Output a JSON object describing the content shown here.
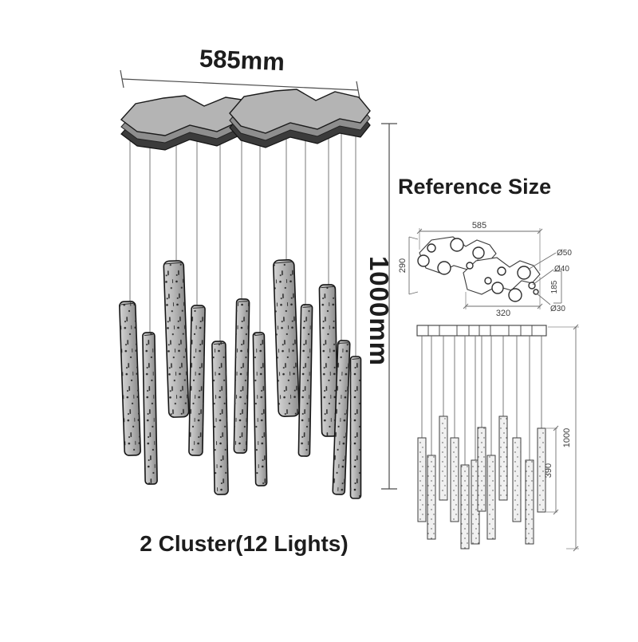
{
  "main_view": {
    "width_dimension": "585mm",
    "drop_dimension": "1000mm",
    "caption": "2 Cluster(12 Lights)"
  },
  "reference": {
    "heading": "Reference Size",
    "top_view": {
      "overall_width": "585",
      "overall_depth": "290",
      "cluster_width": "320",
      "cluster_depth": "185",
      "hole_diameters": [
        "Ø50",
        "Ø40",
        "Ø30"
      ]
    },
    "front_view": {
      "total_drop": "1000",
      "bar_length": "390"
    }
  },
  "colors": {
    "background": "#ffffff",
    "ink": "#1d1d1d",
    "dim_line": "#4d4d4d",
    "canopy_top": "#b4b4b4",
    "canopy_side": "#8e8e8e",
    "canopy_bottom": "#3b3b3b",
    "bar_light": "#cccccc",
    "bar_dark": "#909090",
    "wire": "#6b6b6b"
  }
}
